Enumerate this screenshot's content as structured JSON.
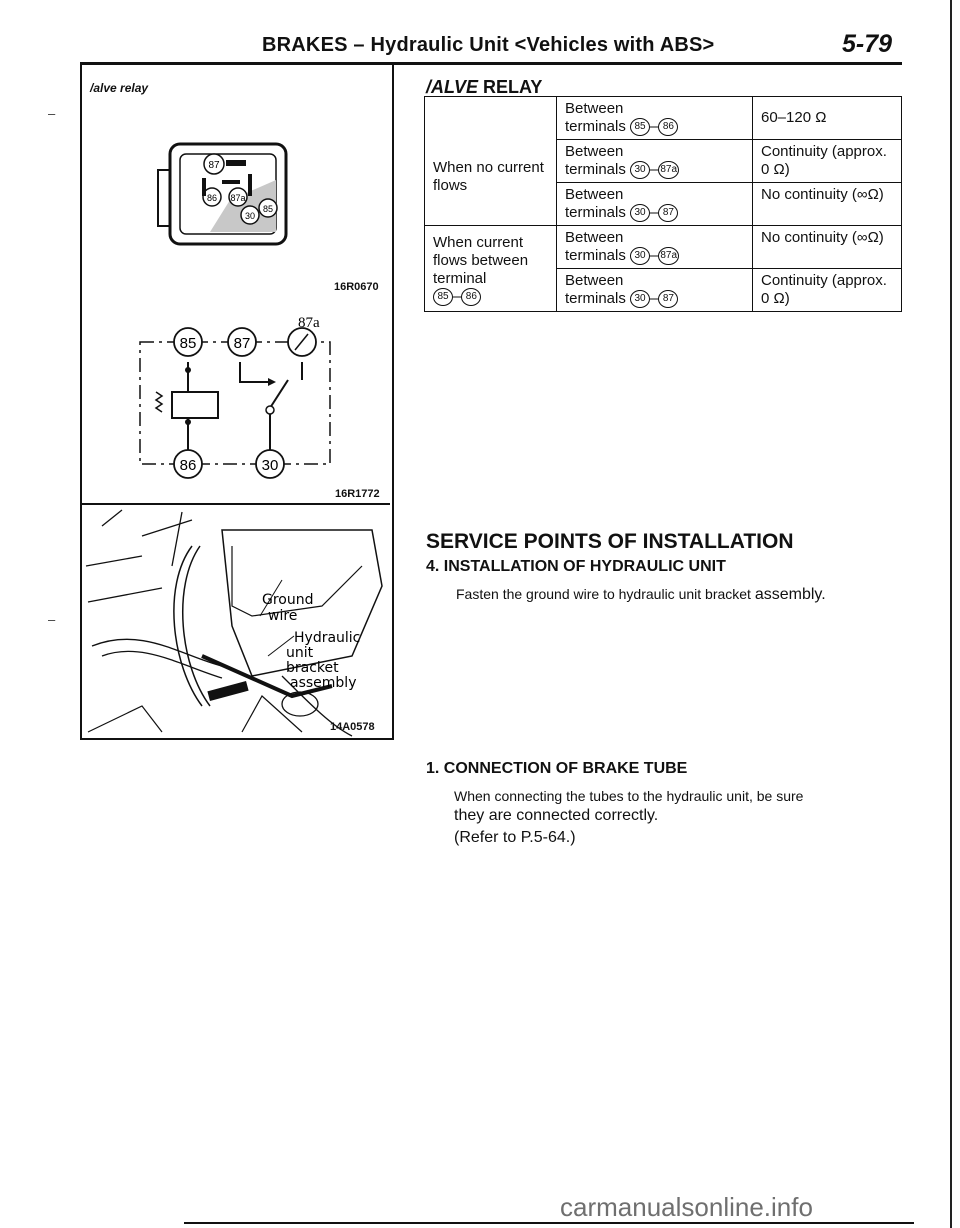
{
  "header": {
    "title_main": "BRAKES – Hydraulic Unit <Vehicles with ABS>",
    "page_number": "5-79"
  },
  "figures": {
    "relay_label": "/alve relay",
    "fig1_code": "16R0670",
    "fig2_code": "16R1772",
    "fig3_code": "14A0578",
    "relay_terminals": [
      "87",
      "86",
      "87a",
      "30",
      "85"
    ],
    "circuit_terminals": [
      "85",
      "87",
      "87a",
      "86",
      "30"
    ],
    "circuit_87a_label": "87a",
    "photo_labels": [
      "Ground",
      "wire",
      "Hydraulic",
      "unit",
      "bracket",
      "assembly"
    ]
  },
  "table": {
    "title_a": "/ALVE",
    "title_b": "RELAY",
    "rows": [
      {
        "cond": "",
        "cmd": "Between",
        "terms": [
          "85",
          "86"
        ],
        "result": "60–120 Ω"
      },
      {
        "cond": "When no current flows",
        "cmd": "Between",
        "terms": [
          "30",
          "87a"
        ],
        "result": "Continuity (approx. 0 Ω)"
      },
      {
        "cond": "",
        "cmd": "Between",
        "terms": [
          "30",
          "87"
        ],
        "result": "No continuity (∞Ω)"
      },
      {
        "cond": "When current flows between terminal",
        "cmd": "Between",
        "terms": [
          "30",
          "87a"
        ],
        "result": "No continuity (∞Ω)"
      },
      {
        "cond": "",
        "cmd": "Between",
        "terms": [
          "30",
          "87"
        ],
        "result": "Continuity (approx. 0 Ω)"
      }
    ],
    "cond_terms_2": [
      "85",
      "86"
    ],
    "word_terminals": "terminals"
  },
  "service": {
    "heading": "SERVICE POINTS OF INSTALLATION",
    "sub1": "4. INSTALLATION OF HYDRAULIC UNIT",
    "sub1_text_a": "Fasten the ground wire to hydraulic unit bracket",
    "sub1_text_b": "assembly.",
    "sub2": "1. CONNECTION OF BRAKE TUBE",
    "sub2_line1": "When connecting the tubes to the hydraulic unit, be sure",
    "sub2_line2": "they are connected correctly.",
    "sub2_line3": "(Refer to P.5-64.)"
  },
  "footer": {
    "watermark": "carmanualsonline.info"
  }
}
